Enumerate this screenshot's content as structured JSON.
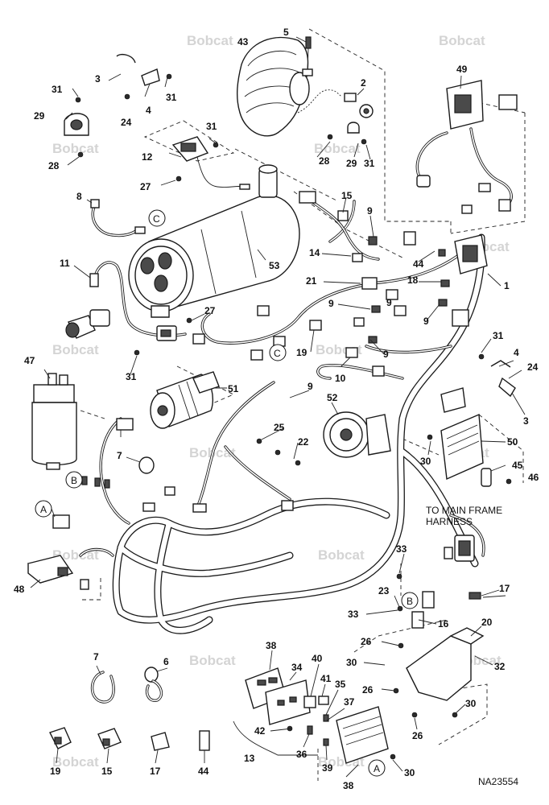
{
  "watermark": {
    "brand": "Bobcat"
  },
  "drawing_number": "NA23554",
  "note": {
    "line1": "TO MAIN FRAME",
    "line2": "HARNESS"
  },
  "callouts": {
    "c1": "1",
    "c2": "2",
    "c3a": "3",
    "c3b": "3",
    "c4a": "4",
    "c4b": "4",
    "c5": "5",
    "c6": "6",
    "c7a": "7",
    "c7b": "7",
    "c8": "8",
    "c9a": "9",
    "c9b": "9",
    "c9c": "9",
    "c9d": "9",
    "c9e": "9",
    "c9f": "9",
    "c10": "10",
    "c11": "11",
    "c12": "12",
    "c13": "13",
    "c14": "14",
    "c15a": "15",
    "c15b": "15",
    "c16": "16",
    "c17a": "17",
    "c17b": "17",
    "c18": "18",
    "c19a": "19",
    "c19b": "19",
    "c20": "20",
    "c21": "21",
    "c22": "22",
    "c23": "23",
    "c24a": "24",
    "c24b": "24",
    "c25": "25",
    "c26a": "26",
    "c26b": "26",
    "c26c": "26",
    "c27a": "27",
    "c27b": "27",
    "c28a": "28",
    "c28b": "28",
    "c29a": "29",
    "c29b": "29",
    "c30a": "30",
    "c30b": "30",
    "c30c": "30",
    "c30d": "30",
    "c31a": "31",
    "c31b": "31",
    "c31c": "31",
    "c31d": "31",
    "c31e": "31",
    "c31f": "31",
    "c32": "32",
    "c33a": "33",
    "c33b": "33",
    "c34": "34",
    "c35": "35",
    "c36": "36",
    "c37": "37",
    "c38a": "38",
    "c38b": "38",
    "c39": "39",
    "c40": "40",
    "c41": "41",
    "c42": "42",
    "c43": "43",
    "c44a": "44",
    "c44b": "44",
    "c45": "45",
    "c46": "46",
    "c47": "47",
    "c48": "48",
    "c49": "49",
    "c50": "50",
    "c51": "51",
    "c52": "52",
    "c53": "53"
  },
  "refs": {
    "ra1": "A",
    "ra2": "A",
    "rb1": "B",
    "rb2": "B",
    "rc1": "C",
    "rc2": "C"
  },
  "colors": {
    "ink": "#1a1a1a",
    "watermark": "#d4d4d4",
    "background": "#ffffff"
  }
}
